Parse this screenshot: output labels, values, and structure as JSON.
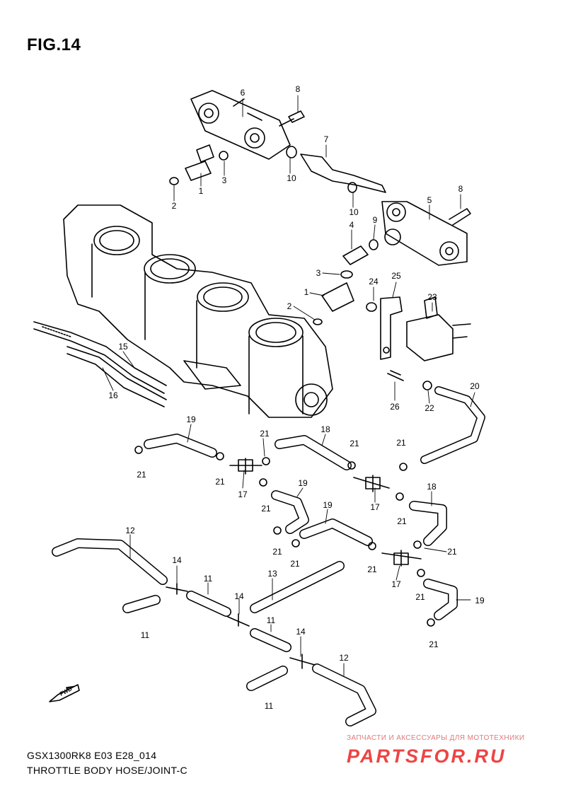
{
  "figure": {
    "title": "FIG.14",
    "model_code": "GSX1300RK8 E03 E28_014",
    "subtitle": "THROTTLE BODY HOSE/JOINT-C"
  },
  "fwd_label": "FWD",
  "watermark": {
    "tagline": "ЗАПЧАСТИ И АКСЕССУАРЫ ДЛЯ МОТОТЕХНИКИ",
    "brand": "PARTSFOR.RU",
    "color": "#e44444"
  },
  "callouts": [
    {
      "id": "c6",
      "text": "6"
    },
    {
      "id": "c8a",
      "text": "8"
    },
    {
      "id": "c7",
      "text": "7"
    },
    {
      "id": "c3a",
      "text": "3"
    },
    {
      "id": "c1a",
      "text": "1"
    },
    {
      "id": "c2a",
      "text": "2"
    },
    {
      "id": "c10a",
      "text": "10"
    },
    {
      "id": "c10b",
      "text": "10"
    },
    {
      "id": "c8b",
      "text": "8"
    },
    {
      "id": "c5",
      "text": "5"
    },
    {
      "id": "c9",
      "text": "9"
    },
    {
      "id": "c4",
      "text": "4"
    },
    {
      "id": "c3b",
      "text": "3"
    },
    {
      "id": "c1b",
      "text": "1"
    },
    {
      "id": "c2b",
      "text": "2"
    },
    {
      "id": "c24",
      "text": "24"
    },
    {
      "id": "c25",
      "text": "25"
    },
    {
      "id": "c23",
      "text": "23"
    },
    {
      "id": "c15",
      "text": "15"
    },
    {
      "id": "c16",
      "text": "16"
    },
    {
      "id": "c26",
      "text": "26"
    },
    {
      "id": "c22",
      "text": "22"
    },
    {
      "id": "c20",
      "text": "20"
    },
    {
      "id": "c19a",
      "text": "19"
    },
    {
      "id": "c18a",
      "text": "18"
    },
    {
      "id": "c21a",
      "text": "21"
    },
    {
      "id": "c21b",
      "text": "21"
    },
    {
      "id": "c21c",
      "text": "21"
    },
    {
      "id": "c21d",
      "text": "21"
    },
    {
      "id": "c21e",
      "text": "21"
    },
    {
      "id": "c21f",
      "text": "21"
    },
    {
      "id": "c21g",
      "text": "21"
    },
    {
      "id": "c21h",
      "text": "21"
    },
    {
      "id": "c17a",
      "text": "17"
    },
    {
      "id": "c17b",
      "text": "17"
    },
    {
      "id": "c19b",
      "text": "19"
    },
    {
      "id": "c19c",
      "text": "19"
    },
    {
      "id": "c18b",
      "text": "18"
    },
    {
      "id": "c21i",
      "text": "21"
    },
    {
      "id": "c21j",
      "text": "21"
    },
    {
      "id": "c21k",
      "text": "21"
    },
    {
      "id": "c21l",
      "text": "21"
    },
    {
      "id": "c21m",
      "text": "21"
    },
    {
      "id": "c17c",
      "text": "17"
    },
    {
      "id": "c19d",
      "text": "19"
    },
    {
      "id": "c12a",
      "text": "12"
    },
    {
      "id": "c14a",
      "text": "14"
    },
    {
      "id": "c11a",
      "text": "11"
    },
    {
      "id": "c13",
      "text": "13"
    },
    {
      "id": "c14b",
      "text": "14"
    },
    {
      "id": "c11b",
      "text": "11"
    },
    {
      "id": "c11c",
      "text": "11"
    },
    {
      "id": "c14c",
      "text": "14"
    },
    {
      "id": "c12b",
      "text": "12"
    },
    {
      "id": "c11d",
      "text": "11"
    }
  ]
}
